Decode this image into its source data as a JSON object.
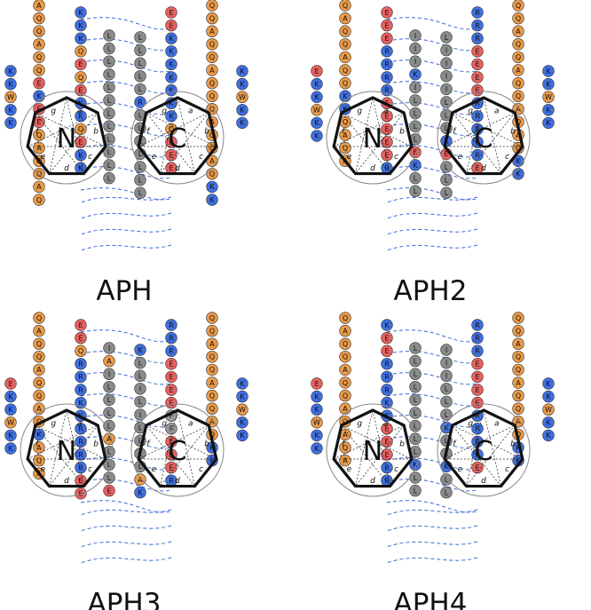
{
  "colors": {
    "K": "#3f6fe0",
    "R": "#3f6fe0",
    "E": "#e8615f",
    "Q": "#eb9a48",
    "A": "#eb9a48",
    "W": "#eb9a48",
    "L": "#8b8b8b",
    "I": "#8b8b8b",
    "ring": "#888888",
    "dash": "#3b68d8"
  },
  "panels": [
    {
      "name": "APH",
      "labelN": "N",
      "labelC": "C",
      "posN": [
        "a",
        "b",
        "c",
        "d",
        "e",
        "f",
        "g"
      ],
      "posC": [
        "a",
        "b",
        "c",
        "d",
        "e",
        "f",
        "g"
      ],
      "cols": [
        {
          "col": "K K W K K"
        },
        {
          "col": "A Q Q A Q Q E K E E Q A Q Q A Q"
        },
        {
          "col": "K K K Q E Q E K K Q E K K"
        },
        {
          "col": "L L L L L L L L L L L L"
        },
        {
          "col": "L L L L L R L L L L L L L"
        },
        {
          "col": "E E K K K K K K K Q E E E"
        },
        {
          "col": "Q Q A Q Q A Q Q Q A Q Q A Q K K"
        },
        {
          "col": "K K W K K"
        }
      ]
    },
    {
      "name": "APH2",
      "labelN": "N",
      "labelC": "C",
      "posN": [
        "a",
        "b",
        "c",
        "d",
        "e",
        "f",
        "g"
      ],
      "posC": [
        "a",
        "b",
        "c",
        "d",
        "e",
        "f",
        "g"
      ],
      "cols": [
        {
          "col": "E K K W K K"
        },
        {
          "col": "Q A Q Q A Q Q K K Q A Q A"
        },
        {
          "col": "E E E R R R R E E E E E R"
        },
        {
          "col": "I I I K I L L L L E K L L"
        },
        {
          "col": "L I I I I L L L K E L L L"
        },
        {
          "col": "R R R E E E E R R R R R E"
        },
        {
          "col": "Q Q A Q Q A Q Q A Q A Q K K"
        },
        {
          "col": "K K W K K"
        }
      ]
    },
    {
      "name": "APH3",
      "labelN": "N",
      "labelC": "C",
      "posN": [
        "a",
        "b",
        "c",
        "d",
        "e",
        "f",
        "g"
      ],
      "posC": [
        "a",
        "b",
        "c",
        "d",
        "e",
        "f",
        "g"
      ],
      "cols": [
        {
          "col": "E K K W K K"
        },
        {
          "col": "Q A Q Q A Q Q A Q K A Q A"
        },
        {
          "col": "E E Q R R R K K R R R R E E"
        },
        {
          "col": "I A I L L L L A L L L E"
        },
        {
          "col": "K L L I L I L L L L A K"
        },
        {
          "col": "R R R E E E E F F E E E R"
        },
        {
          "col": "Q Q A Q Q A Q Q A Q K K"
        },
        {
          "col": "K K W K K"
        }
      ]
    },
    {
      "name": "APH4",
      "labelN": "N",
      "labelC": "C",
      "posN": [
        "a",
        "b",
        "c",
        "d",
        "e",
        "f",
        "g"
      ],
      "posC": [
        "a",
        "b",
        "c",
        "d",
        "e",
        "f",
        "g"
      ],
      "cols": [
        {
          "col": "E K K W K K"
        },
        {
          "col": "Q A Q Q A Q Q A Q A Q A"
        },
        {
          "col": "K E E R R R K K E E E R R"
        },
        {
          "col": "L L L L L L L L L K L L"
        },
        {
          "col": "I I I L L L K L L K L L"
        },
        {
          "col": "R R R E E E E R R R R E"
        },
        {
          "col": "Q Q A Q Q A Q Q A Q K K"
        },
        {
          "col": "K K W K K"
        }
      ]
    }
  ]
}
